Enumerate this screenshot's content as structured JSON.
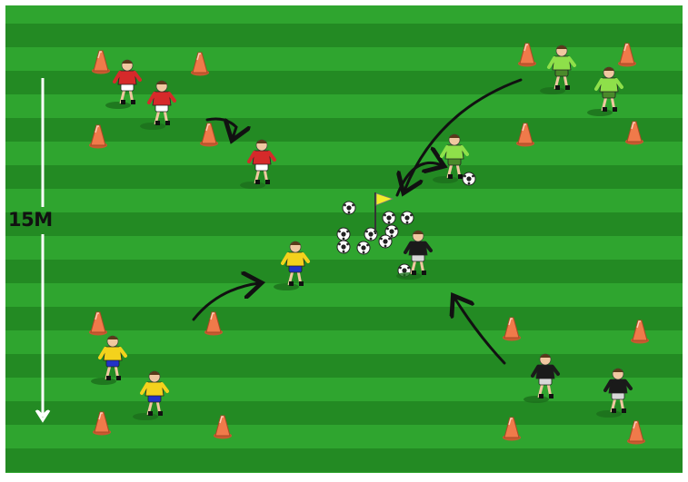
{
  "diagram": {
    "distance_label": "15M",
    "colors": {
      "pitch_light": "#2fa52f",
      "pitch_dark": "#238a23",
      "border": "#ffffff",
      "cone": "#f07a4a",
      "arrow": "#111111",
      "flag": "#f2ee2a",
      "team_red": "#d62a2a",
      "team_green": "#8ee04a",
      "team_yellow": "#f4d21c",
      "team_black": "#1a1a1a"
    },
    "groups": [
      {
        "name": "red",
        "players": 3
      },
      {
        "name": "green",
        "players": 3
      },
      {
        "name": "yellow",
        "players": 3
      },
      {
        "name": "black",
        "players": 3
      }
    ],
    "objects": [
      "cone",
      "ball",
      "corner-flag",
      "arrow",
      "player"
    ]
  }
}
